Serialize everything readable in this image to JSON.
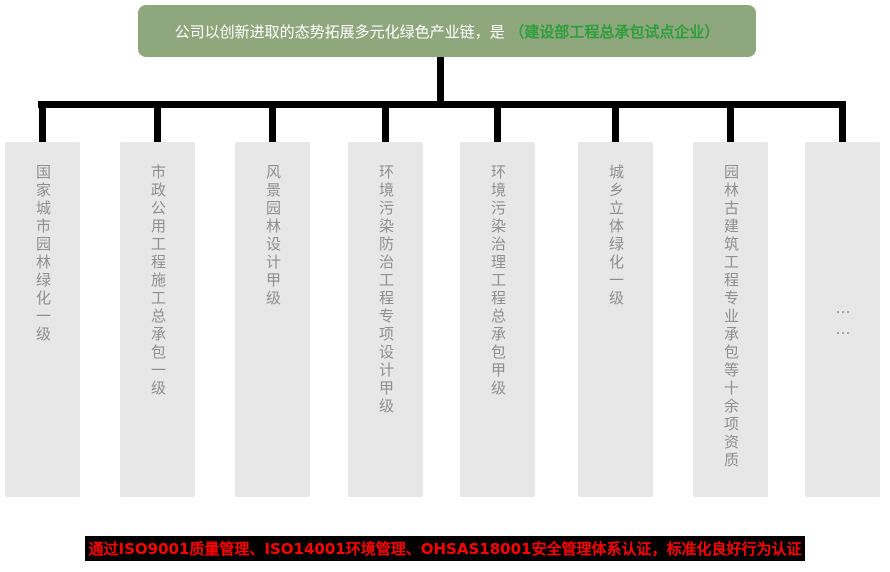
{
  "top": {
    "text_main": "公司以创新进取的态势拓展多元化绿色产业链，是 ",
    "text_highlight": "（建设部工程总承包试点企业）"
  },
  "qualifications": [
    {
      "label": "国家城市园林绿化一级"
    },
    {
      "label": "市政公用工程施工总承包一级"
    },
    {
      "label": "风景园林设计甲级"
    },
    {
      "label": "环境污染防治工程专项设计甲级"
    },
    {
      "label": "环境污染治理工程总承包甲级"
    },
    {
      "label": "城乡立体绿化一级"
    },
    {
      "label": "园林古建筑工程专业承包等十余项资质"
    },
    {
      "label": "……"
    }
  ],
  "footer": {
    "text": "通过ISO9001质量管理、ISO14001环境管理、OHSAS18001安全管理体系认证，标准化良好行为认证"
  }
}
